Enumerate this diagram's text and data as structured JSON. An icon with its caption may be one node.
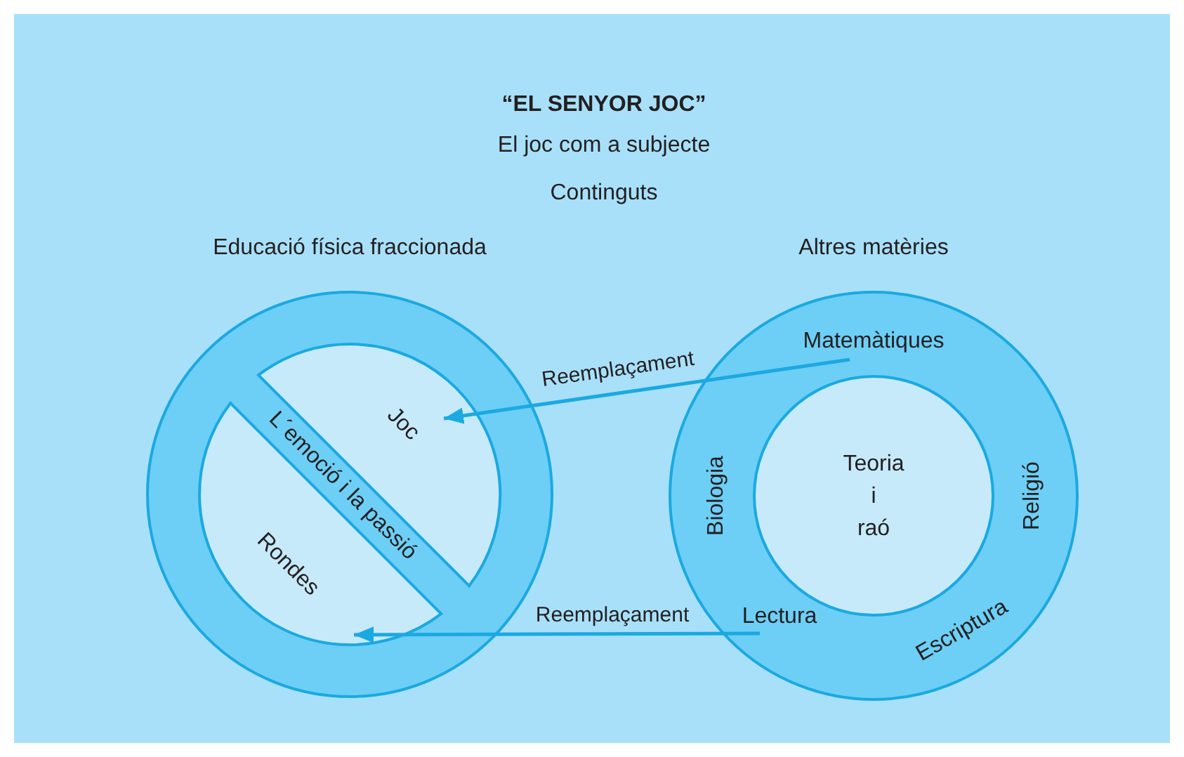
{
  "diagram": {
    "title": "“EL SENYOR JOC”",
    "nodes": [
      {
        "text": [
          "Educació física fraccionada"
        ]
      },
      {
        "text": [
          "Joc"
        ],
        "in": 0
      },
      {
        "text": [
          "Rondes"
        ],
        "in": 0
      },
      {
        "text": [
          "Altres matèries"
        ]
      },
      {
        "text": [
          "Matemàtiques"
        ],
        "in": 3
      },
      {
        "text": [
          "Biologia"
        ],
        "in": 3
      },
      {
        "text": [
          "Teoria i raó"
        ],
        "in": 3
      },
      {
        "text": [
          "Religió"
        ],
        "in": 3
      },
      {
        "text": [
          "Lectura"
        ],
        "in": 3
      },
      {
        "text": [
          "Escriptura"
        ],
        "in": 3
      }
    ],
    "edges": [
      {
        "from": 4,
        "to": 1,
        "arrow": "to",
        "label": "Reemplaçament"
      },
      {
        "from": 8,
        "to": 2,
        "arrow": "to",
        "label": "Reemplaçament"
      }
    ],
    "labels": [
      "El joc com a subjecte",
      "Continguts",
      "L´emoció i la passió"
    ]
  }
}
